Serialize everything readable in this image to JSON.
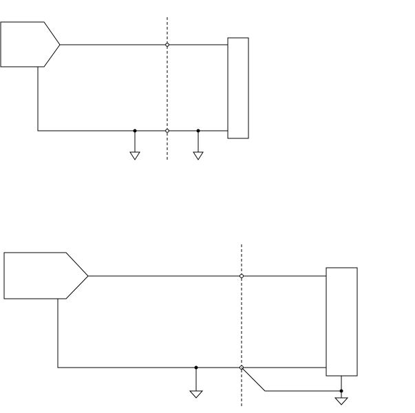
{
  "diagrams": [
    {
      "id": "top-circuit",
      "elements": [
        "source-block",
        "signal-wire",
        "return-wire",
        "receiver-block",
        "boundary-line",
        "ground-symbol",
        "ground-symbol"
      ]
    },
    {
      "id": "bottom-circuit",
      "elements": [
        "source-block",
        "signal-wire",
        "return-wire",
        "receiver-block",
        "boundary-line",
        "ground-symbol",
        "ground-symbol",
        "bent-jumper-wire"
      ]
    }
  ],
  "colors": {
    "line": "#000000",
    "background": "#ffffff"
  }
}
